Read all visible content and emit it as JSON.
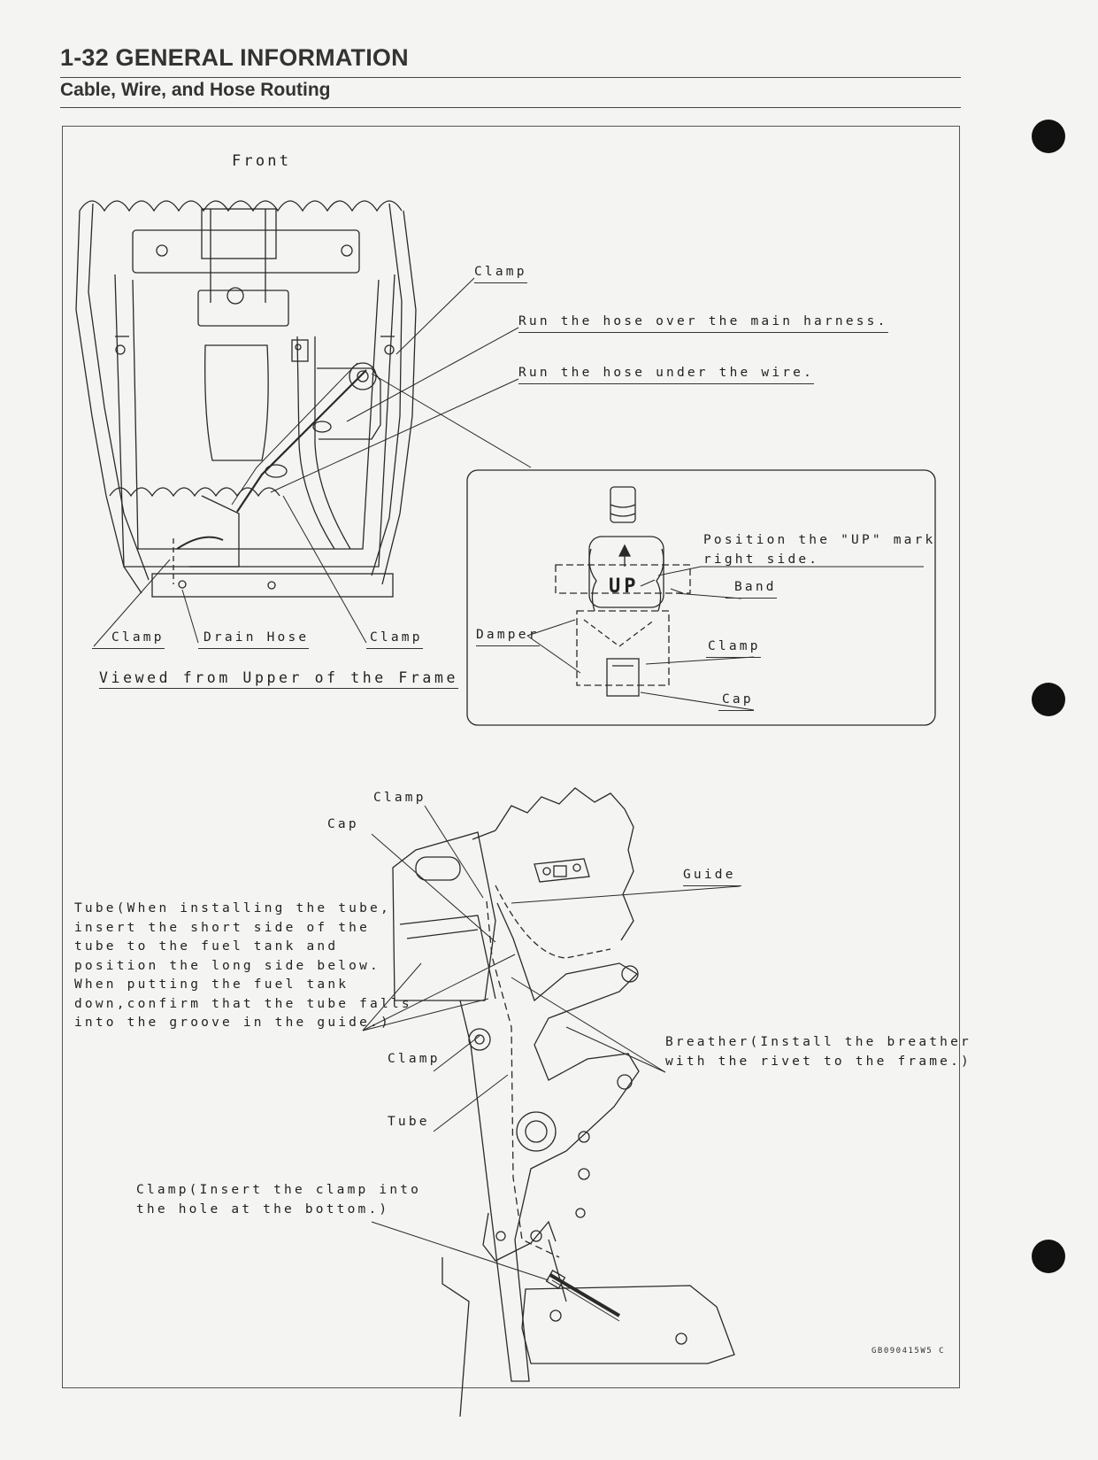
{
  "header": {
    "page_title": "1-32 GENERAL INFORMATION",
    "section_title": "Cable, Wire, and Hose Routing"
  },
  "top_diagram": {
    "front_label": "Front",
    "clamp_top": "Clamp",
    "hose_over_harness": "Run the hose over the main harness.",
    "hose_under_wire": "Run the hose under the wire.",
    "clamp_left": "Clamp",
    "drain_hose": "Drain Hose",
    "clamp_right": "Clamp",
    "view_caption": "Viewed from Upper of the Frame"
  },
  "detail_inset": {
    "up_mark_note": "Position the \"UP\" mark\nright side.",
    "up_text": "UP",
    "band": "Band",
    "damper": "Damper",
    "clamp": "Clamp",
    "cap": "Cap"
  },
  "bottom_diagram": {
    "clamp_top": "Clamp",
    "cap": "Cap",
    "guide": "Guide",
    "tube_note": "Tube(When installing the tube,\ninsert the short side of the\ntube to the fuel tank and\nposition the long side below.\nWhen putting the fuel tank\ndown,confirm that the tube falls\ninto the groove in the guide.)",
    "breather_note": "Breather(Install the breather\nwith the rivet to the frame.)",
    "clamp_mid": "Clamp",
    "tube": "Tube",
    "clamp_bottom_note": "Clamp(Insert the clamp into\nthe hole at the bottom.)"
  },
  "figure_code": "GB090415W5 C"
}
